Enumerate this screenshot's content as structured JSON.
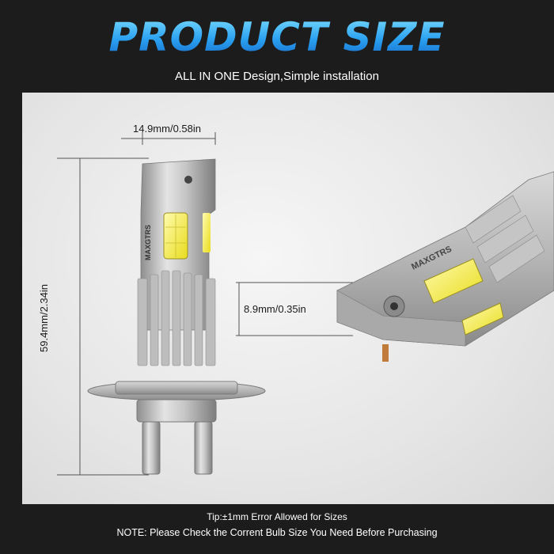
{
  "header": {
    "title": "PRODUCT SIZE",
    "subtitle": "ALL IN ONE Design,Simple installation"
  },
  "dimensions": {
    "width": "14.9mm/0.58in",
    "height": "59.4mm/2.34in",
    "depth": "8.9mm/0.35in"
  },
  "product": {
    "brand_text": "MAXGTRS"
  },
  "footer": {
    "tip": "Tip:±1mm Error Allowed for Sizes",
    "note": "NOTE: Please Check the Corrent Bulb Size You Need Before Purchasing"
  },
  "colors": {
    "title_blue": "#2aa9ef",
    "led_yellow": "#f5f04a",
    "background": "#1c1c1c",
    "panel": "#e8e8e8"
  }
}
